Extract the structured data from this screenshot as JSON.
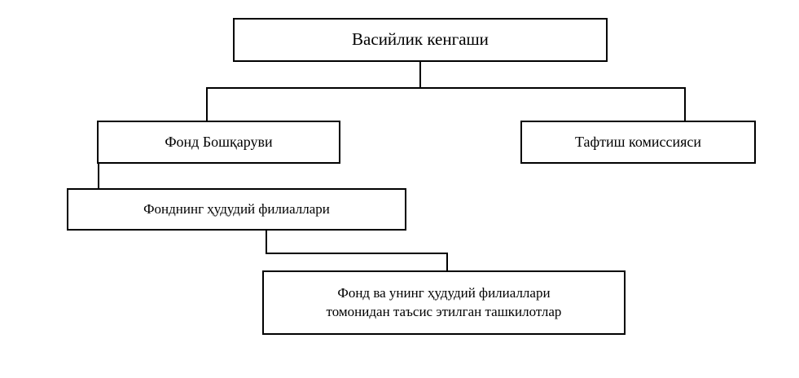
{
  "diagram": {
    "type": "organizational-hierarchy",
    "language": "uz-Cyrl",
    "background_color": "#ffffff",
    "line_color": "#000000",
    "text_color": "#000000",
    "nodes": {
      "council": {
        "label": "Васийлик кенгаши",
        "level": 1
      },
      "management": {
        "label": "Фонд Бошқаруви",
        "level": 2
      },
      "audit": {
        "label": "Тафтиш комиссияси",
        "level": 2
      },
      "branches": {
        "label": "Фонднинг ҳудудий филиаллари",
        "level": 3
      },
      "organizations": {
        "label": "Фонд ва унинг ҳудудий филиаллари\nтомонидан таъсис этилган ташкилотлар",
        "level": 4
      }
    },
    "edges": [
      {
        "from": "council",
        "to": "management"
      },
      {
        "from": "council",
        "to": "audit"
      },
      {
        "from": "management",
        "to": "branches"
      },
      {
        "from": "branches",
        "to": "organizations"
      }
    ]
  }
}
